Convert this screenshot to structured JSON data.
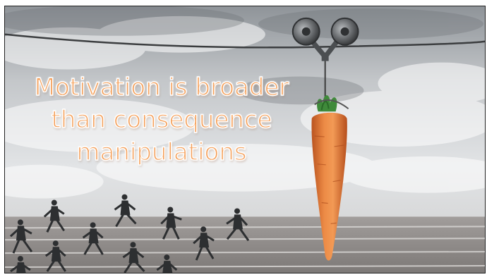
{
  "slide": {
    "headline_lines": [
      "Motivation is broader",
      "than consequence",
      "manipulations"
    ]
  },
  "image": {
    "subject": "carrot-on-a-stick",
    "colors": {
      "sky_light": "#e2e4e6",
      "sky_dark": "#8f9499",
      "track": "#8b8785",
      "track_lines": "#d8d6d4",
      "carrot": "#e2773a",
      "carrot_top": "#3f8a3a",
      "pulley": "#6a6d70",
      "headline_text": "#f5a15c"
    }
  }
}
